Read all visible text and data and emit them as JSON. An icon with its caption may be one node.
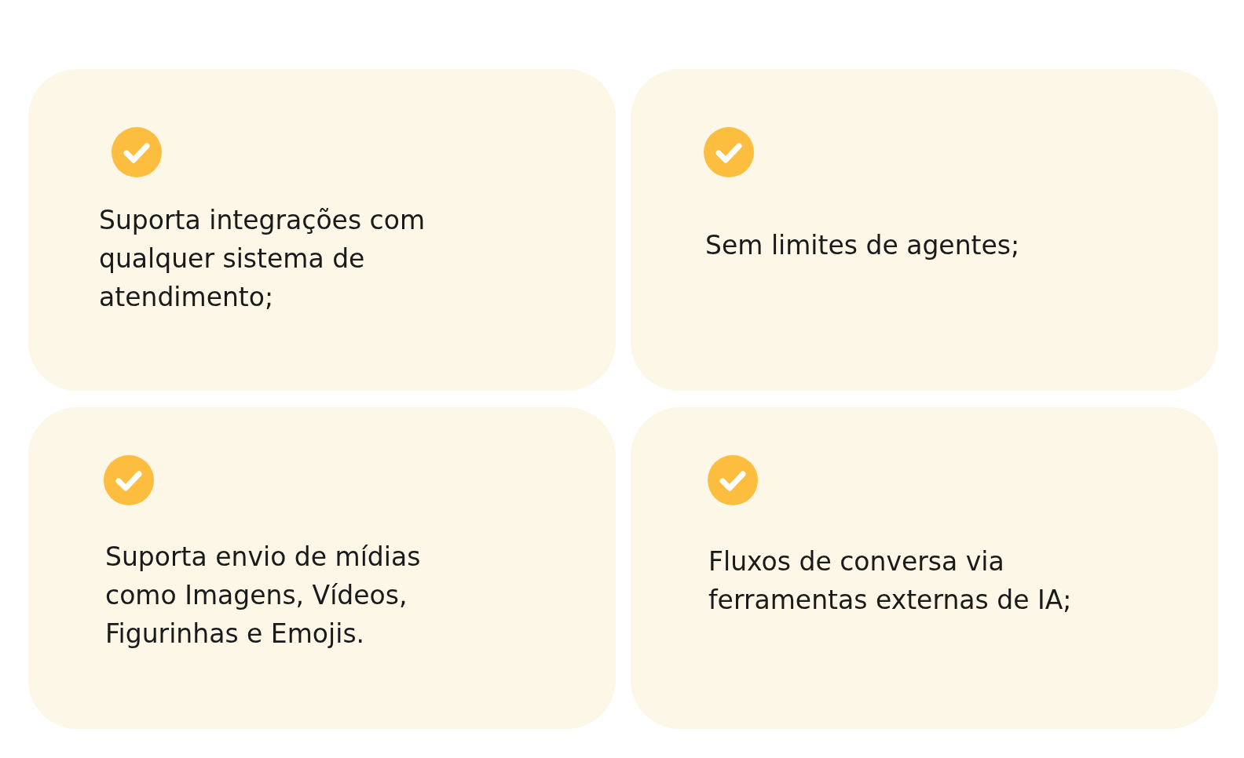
{
  "diagram": {
    "nodes": [
      {
        "text": [
          "Suporta integrações com qualquer sistema de atendimento;"
        ]
      },
      {
        "text": [
          "Sem limites de agentes;"
        ]
      },
      {
        "text": [
          "Suporta envio de mídias como Imagens, Vídeos, Figurinhas e Emojis."
        ]
      },
      {
        "text": [
          "Fluxos de conversa via ferramentas externas de IA;"
        ]
      }
    ]
  }
}
